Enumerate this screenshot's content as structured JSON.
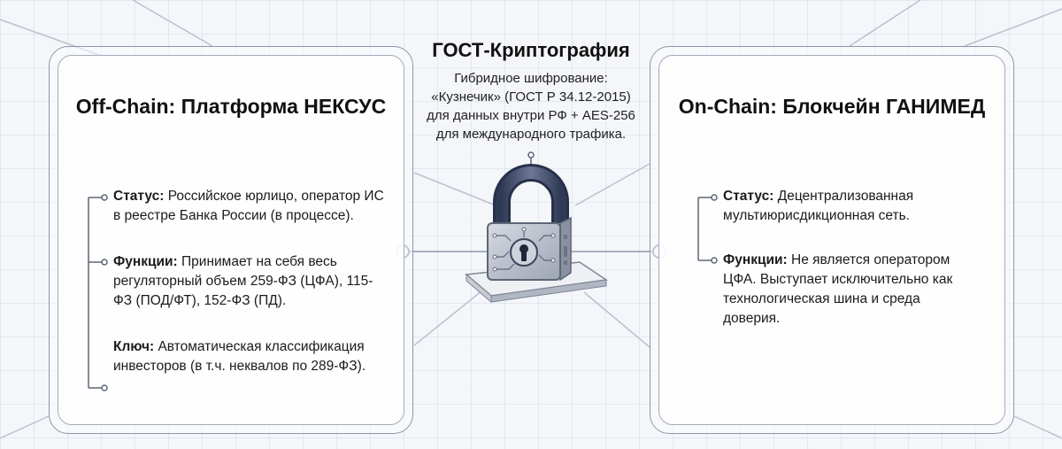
{
  "center": {
    "title": "ГОСТ-Криптография",
    "lines": [
      "Гибридное шифрование:",
      "«Кузнечик» (ГОСТ Р 34.12-2015)",
      "для данных внутри РФ + AES-256",
      "для международного трафика."
    ]
  },
  "left_panel": {
    "title": "Off-Chain: Платформа НЕКСУС",
    "items": [
      {
        "label": "Статус:",
        "lines": [
          "Российское юрлицо, оператор ИС",
          "в реестре Банка России (в процессе)."
        ]
      },
      {
        "label": "Функции:",
        "lines": [
          "Принимает на себя весь",
          "регуляторный объем 259-ФЗ (ЦФА), 115-",
          "ФЗ (ПОД/ФТ), 152-ФЗ (ПД)."
        ]
      },
      {
        "label": "Ключ:",
        "lines": [
          "Автоматическая классификация",
          "инвесторов (в т.ч. неквалов по 289-ФЗ)."
        ]
      }
    ]
  },
  "right_panel": {
    "title": "On-Chain: Блокчейн ГАНИМЕД",
    "items": [
      {
        "label": "Статус:",
        "lines": [
          "Децентрализованная",
          "мультиюрисдикционная сеть."
        ]
      },
      {
        "label": "Функции:",
        "lines": [
          "Не является оператором",
          "ЦФА. Выступает исключительно как",
          "технологическая шина и среда",
          "доверия."
        ]
      }
    ]
  },
  "icons": {
    "center": "padlock-icon"
  }
}
